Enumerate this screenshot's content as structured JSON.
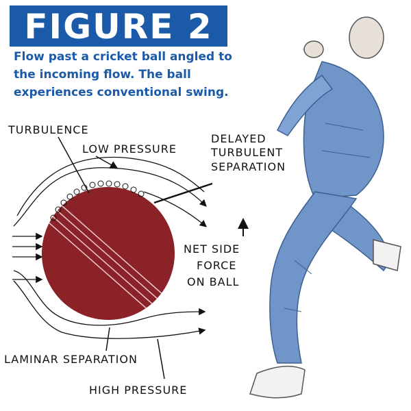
{
  "figure": {
    "title": "FIGURE 2",
    "caption_lines": [
      "Flow past a cricket ball angled to",
      "the incoming flow. The ball",
      "experiences conventional swing."
    ]
  },
  "labels": {
    "turbulence": "TURBULENCE",
    "low_pressure": "LOW PRESSURE",
    "delayed_1": "DELAYED",
    "delayed_2": "TURBULENT",
    "delayed_3": "SEPARATION",
    "net_1": "NET SIDE",
    "net_2": "FORCE",
    "net_3": "ON BALL",
    "laminar_separation": "LAMINAR SEPARATION",
    "high_pressure": "HIGH PRESSURE"
  },
  "colors": {
    "banner": "#1a5aa8",
    "caption": "#1a5aa8",
    "ball": "#8b2228",
    "seam": "#e8c9c9",
    "bowler": "#6f95c9",
    "line": "#111111"
  },
  "icons": {
    "illustration": "fast-bowler-illustration",
    "arrow": "flow-arrow-icon"
  }
}
